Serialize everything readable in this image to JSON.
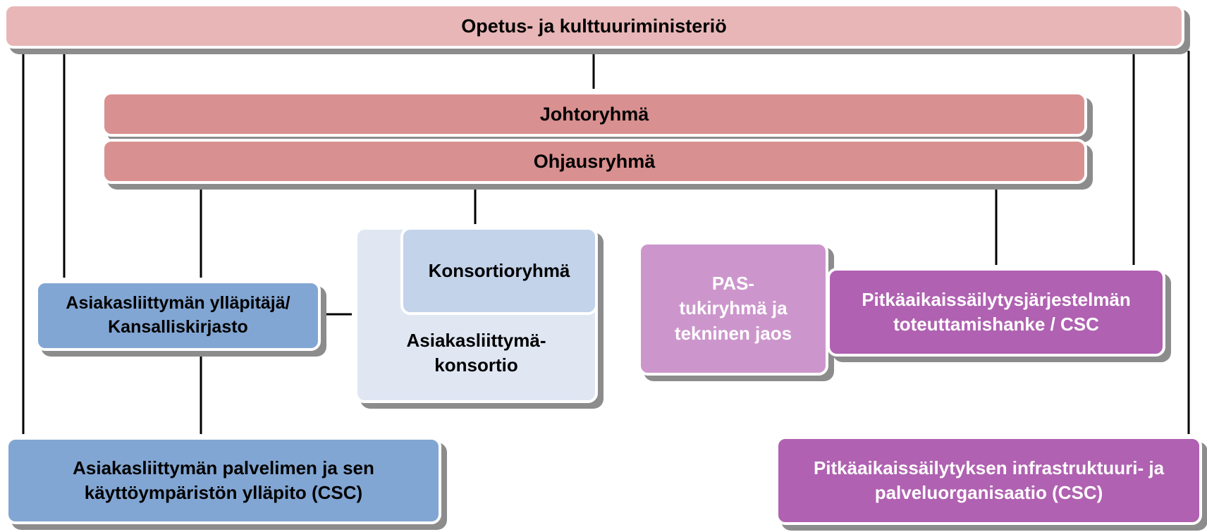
{
  "org_chart": {
    "ministry": "Opetus- ja kulttuuriministeriö",
    "steering_group": "Johtoryhmä",
    "guidance_group": "Ohjausryhmä",
    "consortium_group": "Konsortioryhmä",
    "consortium": "Asiakasliittymä-\nkonsortio",
    "interface_maintainer": "Asiakasliittymän ylläpitäjä/\nKansalliskirjasto",
    "server_maintenance": "Asiakasliittymän palvelimen ja sen\nkäyttöympäristön ylläpito (CSC)",
    "pas_support": "PAS-\ntukiryhmä ja\ntekninen jaos",
    "implementation_project": "Pitkäaikaissäilytysjärjestelmän\ntoteuttamishanke / CSC",
    "infrastructure_org": "Pitkäaikaissäilytyksen infrastruktuuri- ja\npalveluorganisaatio (CSC)"
  },
  "colors": {
    "ministry": "#e8b6b7",
    "groups": "#d99090",
    "consortium_light": "#e0e7f3",
    "consortium_group": "#c2d3ea",
    "blue": "#82a6d3",
    "pas": "#cc96cc",
    "purple": "#b061b1"
  }
}
